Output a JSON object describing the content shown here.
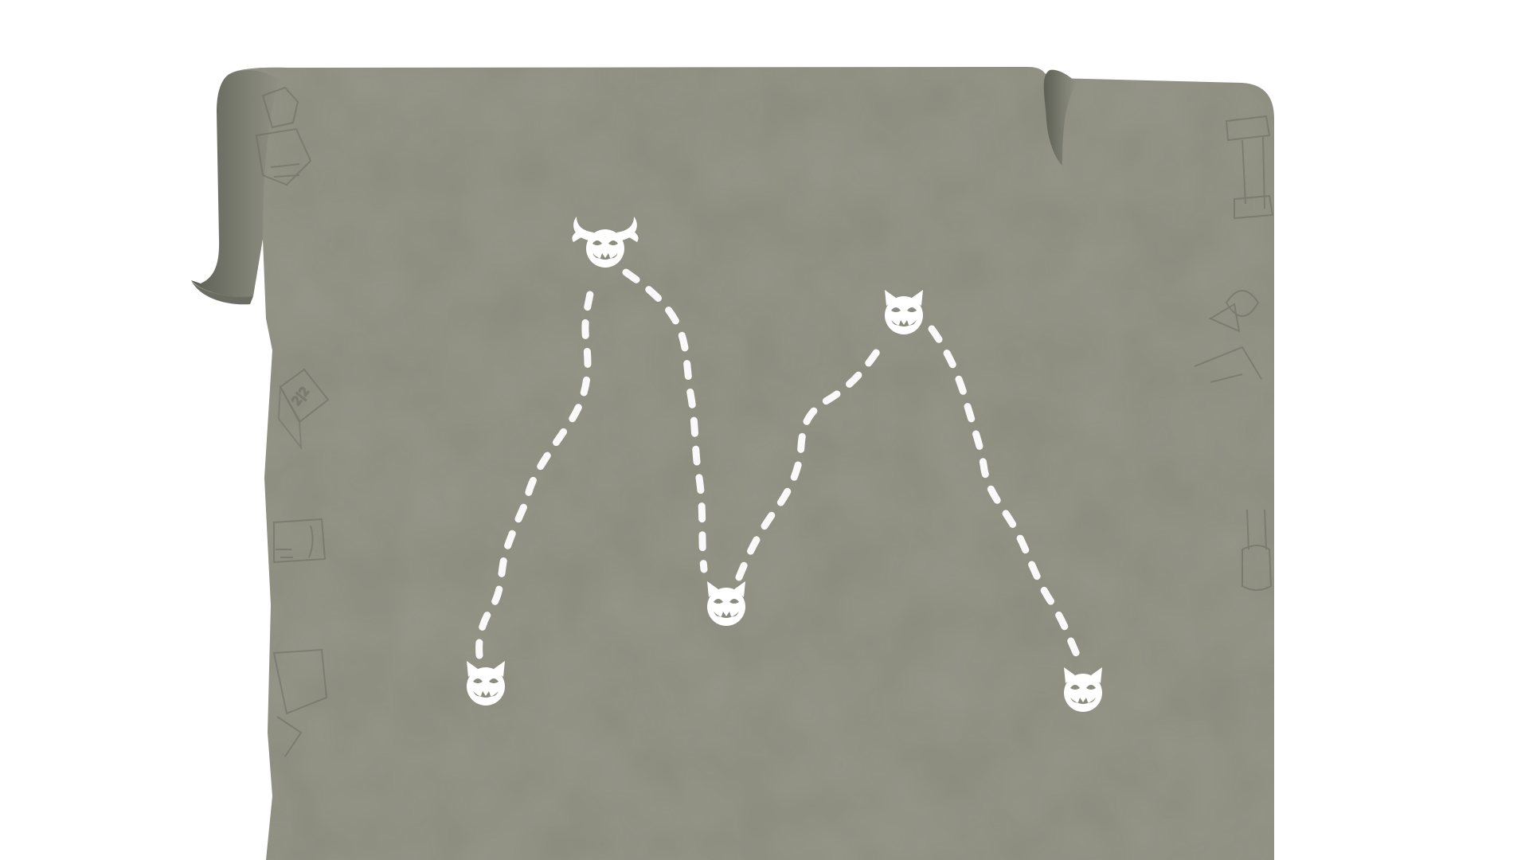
{
  "scene": {
    "type": "level-map",
    "background_color": "#ffffff",
    "parchment_color": "#8c8c7f",
    "parchment_shadow": "#6e6f63",
    "path_color": "#ffffff",
    "decor_color": "#6b6d62"
  },
  "dice_tile": {
    "text": "2|2"
  },
  "nodes": [
    {
      "id": "level-1",
      "icon": "demon-head-icon",
      "boss": false
    },
    {
      "id": "level-2",
      "icon": "demon-boss-head-icon",
      "boss": true
    },
    {
      "id": "level-3",
      "icon": "demon-head-icon",
      "boss": false
    },
    {
      "id": "level-4",
      "icon": "demon-head-icon",
      "boss": false
    },
    {
      "id": "level-5",
      "icon": "demon-head-icon",
      "boss": false
    }
  ]
}
